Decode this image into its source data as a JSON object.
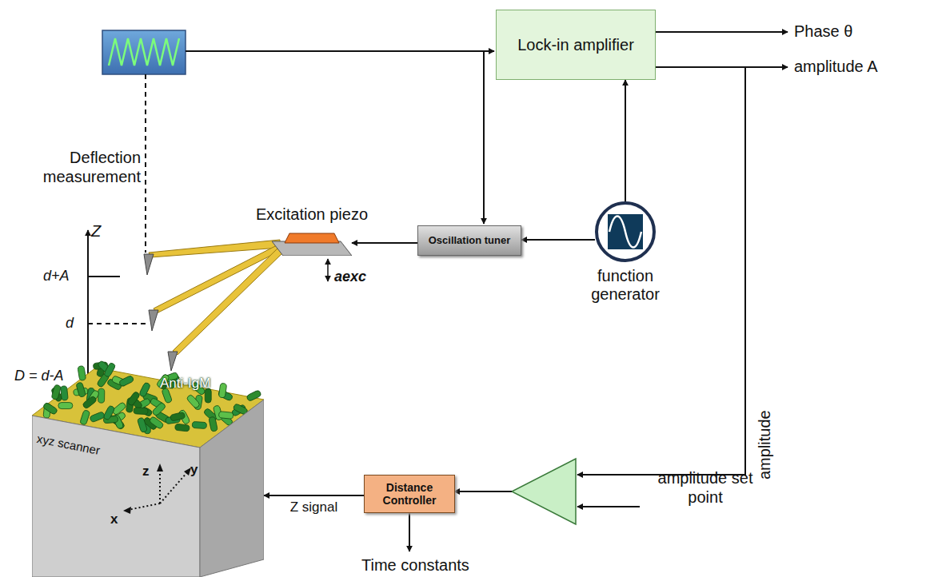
{
  "diagram": {
    "nodes": [
      {
        "text": [
          "Lock-in amplifier"
        ]
      },
      {
        "text": [
          "Excitation piezo"
        ]
      },
      {
        "text": [
          "Oscillation tuner"
        ]
      },
      {
        "text": [
          "function generator"
        ]
      },
      {
        "text": [
          "xyz scanner"
        ]
      },
      {
        "text": [
          "Distance Controller"
        ]
      }
    ],
    "edges": [
      {
        "from": 3,
        "to": 0,
        "arrow": "to"
      },
      {
        "from": 3,
        "to": 2,
        "arrow": "to"
      },
      {
        "from": 2,
        "to": 1,
        "arrow": "to"
      },
      {
        "from": 5,
        "to": 4,
        "label": "Z signal",
        "arrow": "to"
      }
    ],
    "labels": [
      "Phase θ",
      "amplitude A",
      "amplitude",
      "amplitude set point",
      "Time constants",
      "Deflection measurement",
      "Z",
      "d+A",
      "d",
      "D = d-A",
      "Anti-IgM",
      "aexc",
      "z",
      "y",
      "x"
    ]
  }
}
